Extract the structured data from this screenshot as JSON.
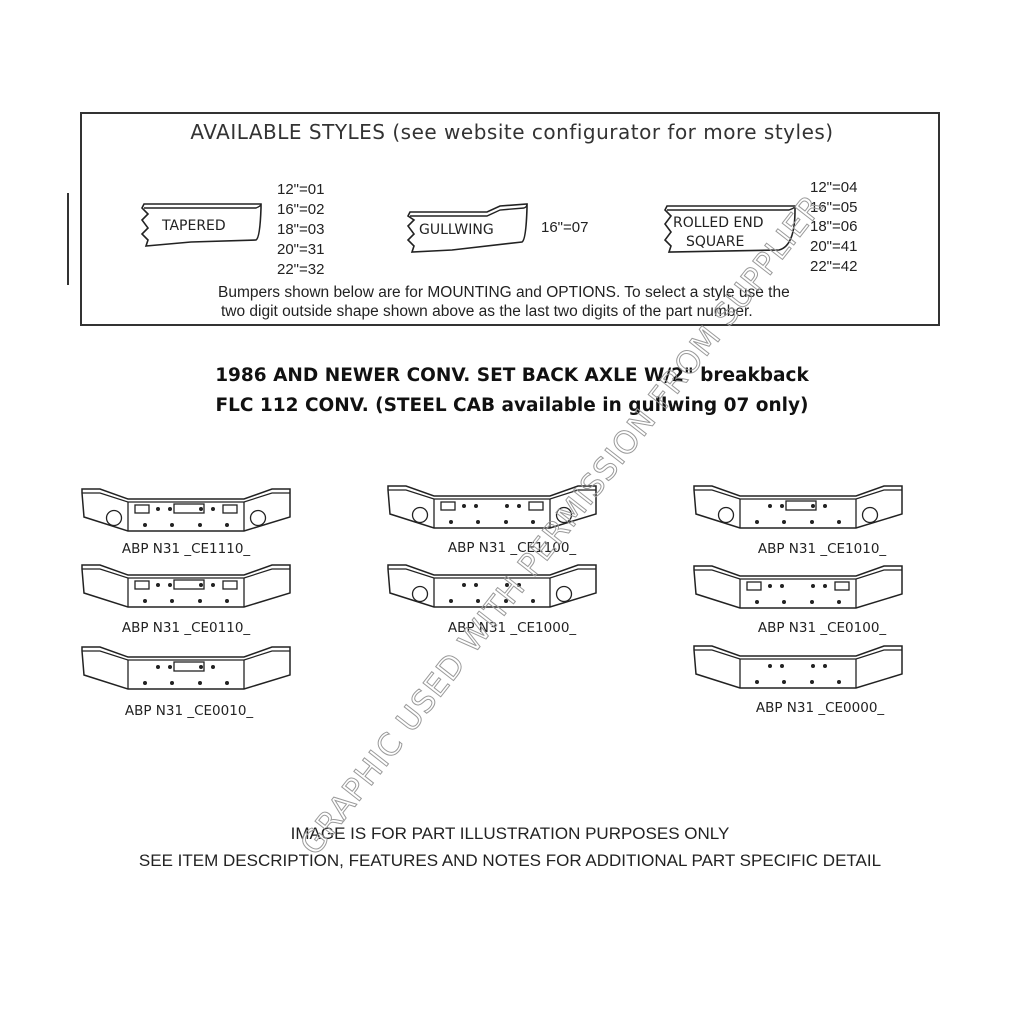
{
  "styles_box": {
    "title": "AVAILABLE STYLES (see website configurator for more styles)",
    "shapes": [
      {
        "name": "TAPERED",
        "sizes": [
          "12\"=01",
          "16\"=02",
          "18\"=03",
          "20\"=31",
          "22\"=32"
        ]
      },
      {
        "name": "GULLWING",
        "sizes": [
          "16\"=07"
        ]
      },
      {
        "name_line1": "ROLLED  END",
        "name_line2": "SQUARE",
        "sizes": [
          "12\"=04",
          "16\"=05",
          "18\"=06",
          "20\"=41",
          "22\"=42"
        ]
      }
    ],
    "note_line1": "Bumpers shown below are for MOUNTING and OPTIONS. To select a style use the",
    "note_line2": "two digit outside shape shown above as the last two digits of the part number."
  },
  "heading": {
    "line1": "1986 AND NEWER CONV. SET BACK AXLE W/2\" breakback",
    "line2": "FLC 112 CONV. (STEEL CAB available in gullwing 07 only)"
  },
  "bumpers": [
    {
      "part": "ABP N31 _CE1110_",
      "fog_lights": true,
      "side_lights": true,
      "center_plate": true
    },
    {
      "part": "ABP N31 _CE1100_",
      "fog_lights": true,
      "side_lights": true,
      "center_plate": false
    },
    {
      "part": "ABP N31 _CE1010_",
      "fog_lights": true,
      "side_lights": false,
      "center_plate": true
    },
    {
      "part": "ABP N31 _CE0110_",
      "fog_lights": false,
      "side_lights": true,
      "center_plate": true
    },
    {
      "part": "ABP N31 _CE1000_",
      "fog_lights": true,
      "side_lights": false,
      "center_plate": false
    },
    {
      "part": "ABP N31 _CE0100_",
      "fog_lights": false,
      "side_lights": true,
      "center_plate": false
    },
    {
      "part": "ABP N31 _CE0010_",
      "fog_lights": false,
      "side_lights": false,
      "center_plate": true
    },
    {
      "part": "ABP N31 _CE0000_",
      "fog_lights": false,
      "side_lights": false,
      "center_plate": false
    }
  ],
  "footer": {
    "line1": "IMAGE IS FOR PART ILLUSTRATION PURPOSES ONLY",
    "line2": "SEE ITEM DESCRIPTION, FEATURES AND NOTES FOR ADDITIONAL PART SPECIFIC DETAIL"
  },
  "watermark": "GRAPHIC USED WITH PERMISSION FROM SUPPLIER"
}
